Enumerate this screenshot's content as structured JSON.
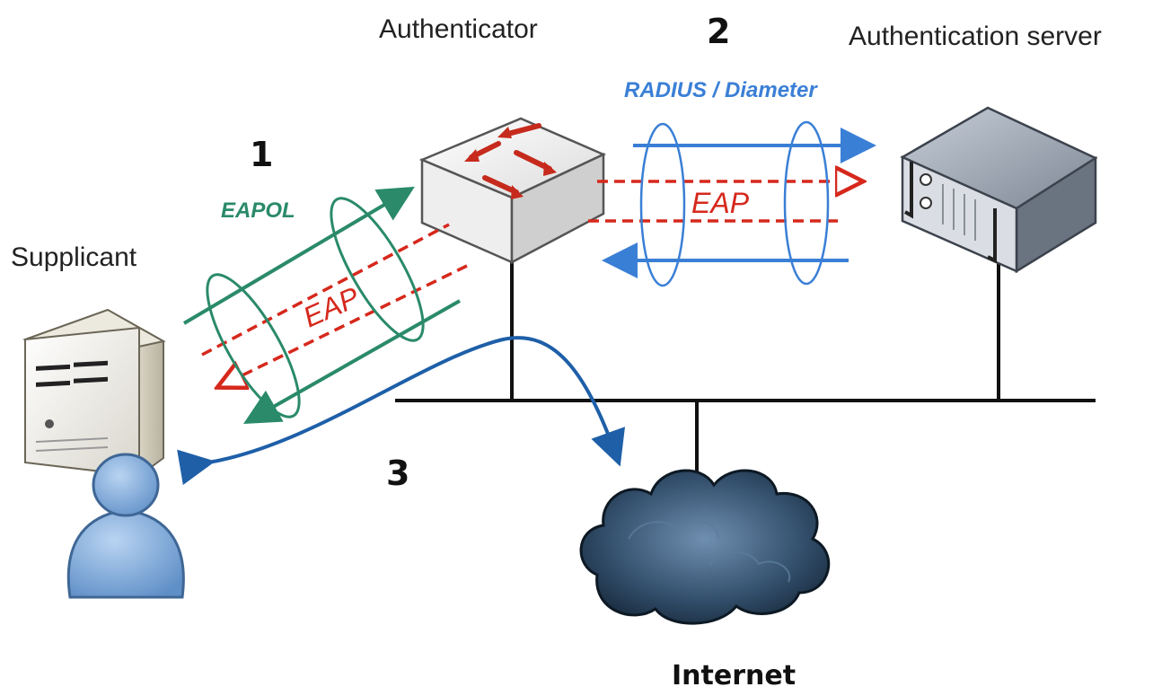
{
  "labels": {
    "authenticator": "Authenticator",
    "authentication_server": "Authentication server",
    "supplicant": "Supplicant",
    "internet": "Internet"
  },
  "steps": {
    "step1": "1",
    "step2": "2",
    "step3": "3"
  },
  "protocols": {
    "eapol": "EAPOL",
    "radius_diameter": "RADIUS / Diameter",
    "eap_left": "EAP",
    "eap_right": "EAP"
  },
  "colors": {
    "eapol_green": "#2a8a6a",
    "radius_blue": "#3a7fd6",
    "eap_red": "#d6281c",
    "internet_flow_blue": "#1e5fa8",
    "network_line": "#111111"
  },
  "icons": {
    "supplicant": "computer-tower-with-user-icon",
    "authenticator": "network-switch-icon",
    "authentication_server": "rack-server-icon",
    "internet": "cloud-icon"
  }
}
